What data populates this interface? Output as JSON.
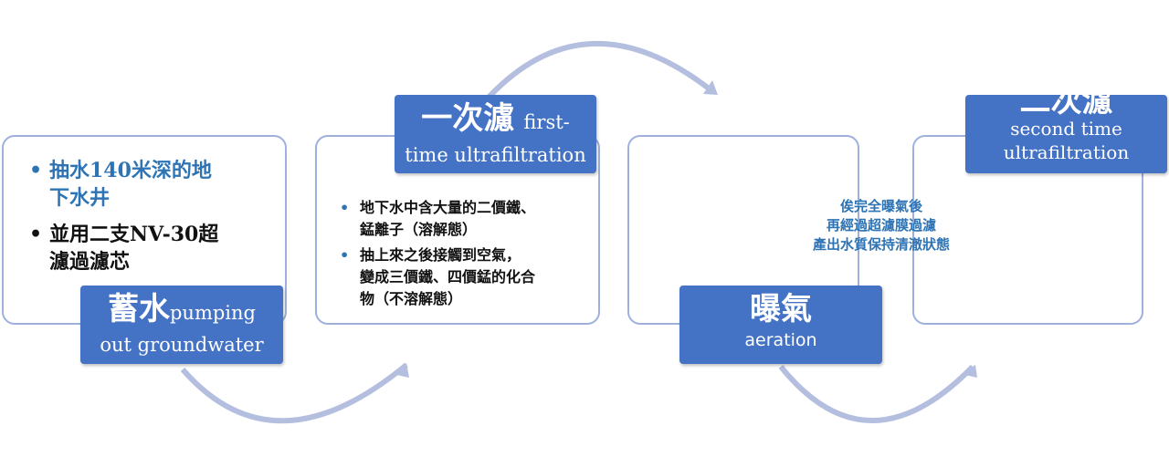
{
  "steps": [
    {
      "title_zh": "蓄水",
      "title_en_1": "pumping",
      "title_en_2": "out groundwater",
      "bullets": [
        {
          "bullet": "•",
          "text_1": "抽水140米深的地",
          "text_2": "下水井",
          "color": "#2e74b5"
        },
        {
          "bullet": "•",
          "text_1": "並用二支NV-30超",
          "text_2": "濾過濾芯",
          "color": "#111111"
        }
      ]
    },
    {
      "title_zh": "一次濾",
      "title_en_1": "first-",
      "title_en_2": "time ultrafiltration",
      "bullets": [
        {
          "bullet": "•",
          "text_1": "地下水中含大量的二價鐵、",
          "text_2": "錳離子（溶解態）"
        },
        {
          "bullet": "•",
          "text_1": "抽上來之後接觸到空氣，",
          "text_2": "變成三價鐵、四價錳的化合",
          "text_3": "物（不溶解態）"
        }
      ]
    },
    {
      "title_zh": "曝氣",
      "title_en": "aeration"
    },
    {
      "title_zh": "二次濾",
      "title_en_1": "second time",
      "title_en_2": "ultrafiltration",
      "lines": [
        "俟完全曝氣後",
        "再經過超濾膜過濾",
        "產出水質保持清澈狀態"
      ]
    }
  ],
  "colors": {
    "label_fill": "#4472c4",
    "card_border": "#9fb0dd",
    "arrow": "#b4bedf",
    "text_blue": "#2e74b5"
  }
}
